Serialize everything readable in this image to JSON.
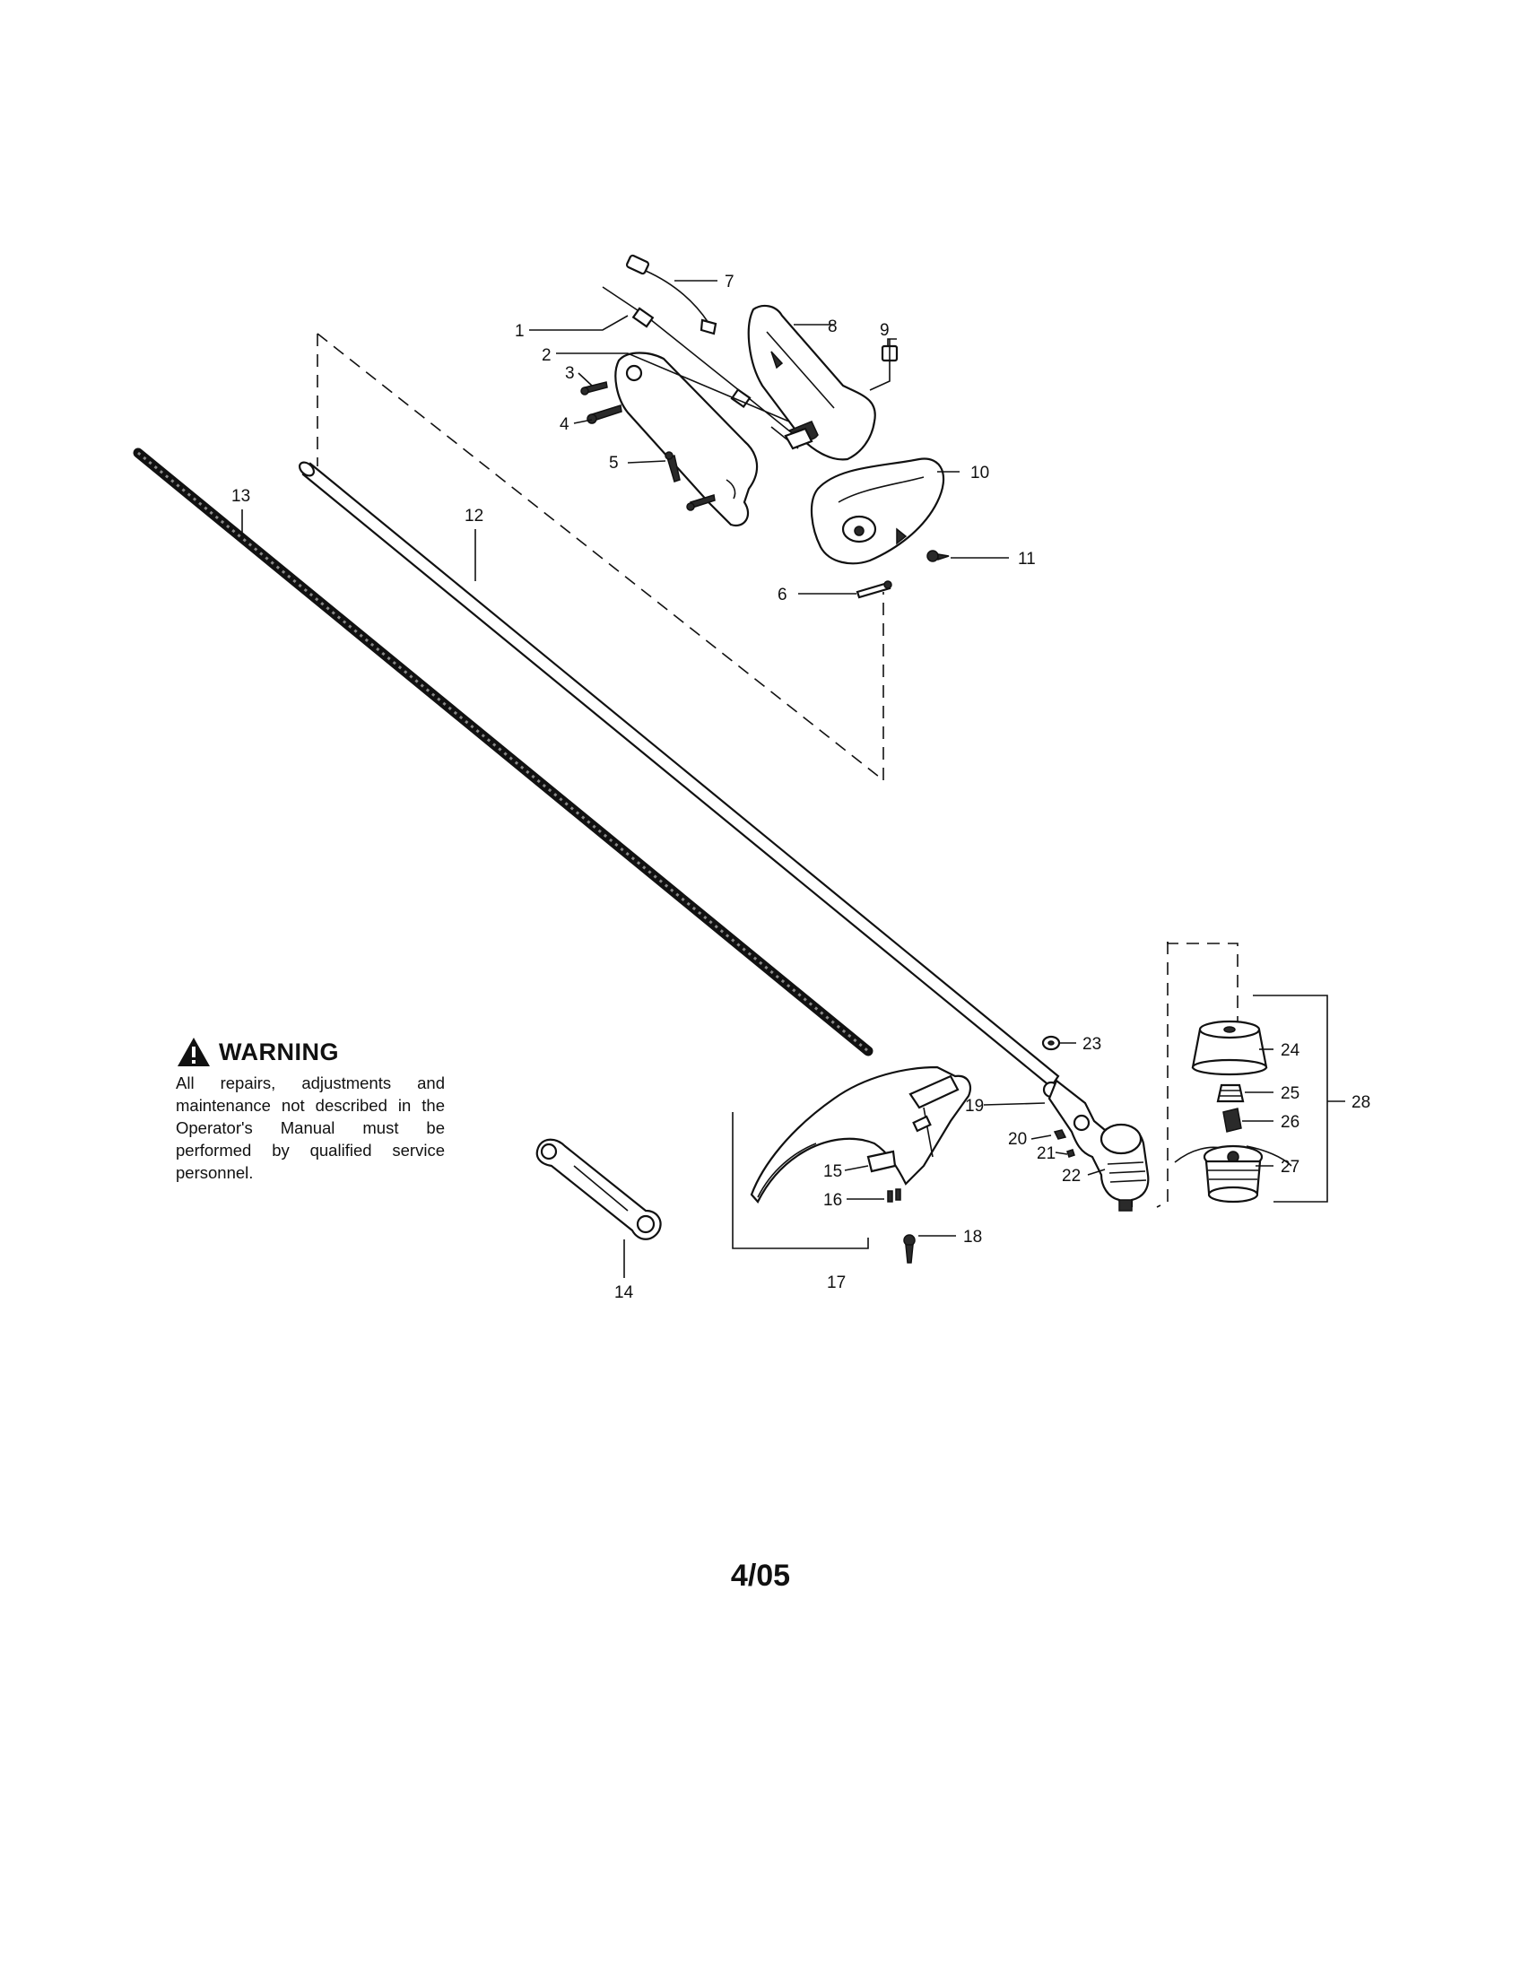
{
  "warning": {
    "icon": "warning-triangle-icon",
    "title": "WARNING",
    "text": "All repairs, adjustments and maintenance not described in the Operator's Manual must be performed by qualified service personnel."
  },
  "page_number": "4/05",
  "callouts": {
    "c1": "1",
    "c2": "2",
    "c3": "3",
    "c4": "4",
    "c5": "5",
    "c6": "6",
    "c7": "7",
    "c8": "8",
    "c9": "9",
    "c10": "10",
    "c11": "11",
    "c12": "12",
    "c13": "13",
    "c14": "14",
    "c15": "15",
    "c16": "16",
    "c17": "17",
    "c18": "18",
    "c19": "19",
    "c20": "20",
    "c21": "21",
    "c22": "22",
    "c23": "23",
    "c24": "24",
    "c25": "25",
    "c26": "26",
    "c27": "27",
    "c28": "28"
  }
}
